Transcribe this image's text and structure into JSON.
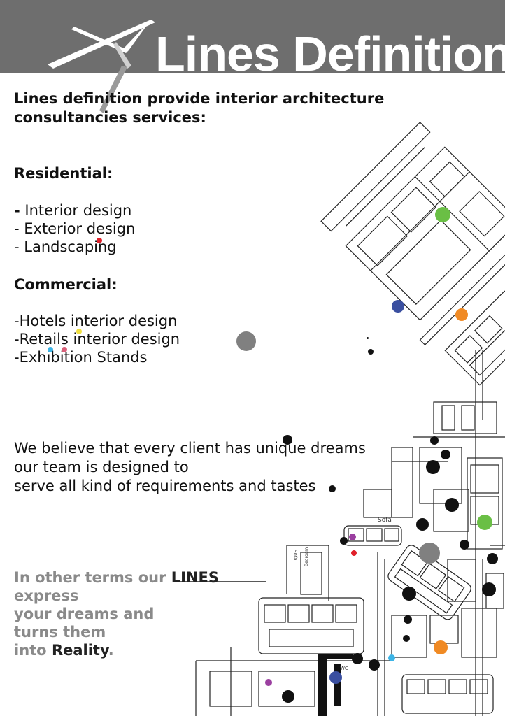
{
  "header": {
    "brand": "Lines Definition"
  },
  "intro": {
    "line1": "Lines definition provide interior architecture",
    "line2": "consultancies services:"
  },
  "residential": {
    "heading": "Residential:",
    "dash": "-",
    "first_item": "Interior design",
    "items": [
      "- Exterior design",
      "- Landscaping"
    ]
  },
  "commercial": {
    "heading": "Commercial:",
    "items": [
      "-Hotels interior design",
      "-Retails interior design",
      "-Exhibition Stands"
    ]
  },
  "belief": {
    "line1": "We believe that every client has unique dreams",
    "line2": "our team is designed to",
    "line3": "serve all kind of requirements and tastes"
  },
  "closing": {
    "prefix": "In other terms our",
    "lines_word": "LINES",
    "line2": "express",
    "line3": "your dreams and",
    "line4": "turns them",
    "into": "into",
    "reality": "Reality",
    "period": "."
  },
  "plan_labels": {
    "sofa": "Sofa",
    "bedroom": "Bedroom",
    "wc": "WC",
    "sofa2": "Sofa"
  },
  "colors": {
    "header": "#6e6e6e",
    "gray_text": "#8a8a8a",
    "green": "#6abf45",
    "blue": "#3a4fa0",
    "orange": "#f08a24",
    "red": "#e0202a",
    "cyan": "#3cb4e6",
    "pink": "#d9607a",
    "yellow": "#f0e040",
    "purple": "#9b3fa0",
    "gray_dot": "#808080"
  }
}
